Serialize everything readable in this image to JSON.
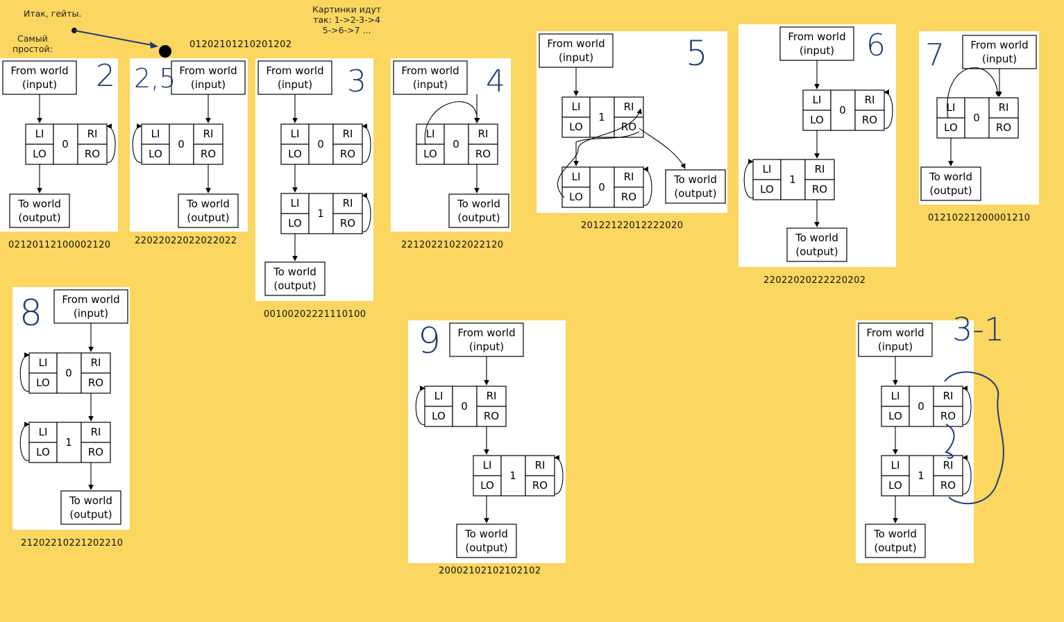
{
  "notes": {
    "intro": "Итак, гейты.",
    "simplest": "Самый\nпростой:",
    "order": "Картинки идут\nтак: 1->2-3->4\n5->6->7 ..."
  },
  "box_labels": {
    "from_line1": "From world",
    "from_line2": "(input)",
    "to_line1": "To world",
    "to_line2": "(output)",
    "li": "LI",
    "lo": "LO",
    "ri": "RI",
    "ro": "RO",
    "gate0": "0",
    "gate1": "1"
  },
  "diagrams": [
    {
      "id": "g2",
      "mark": "2",
      "code": "02120112100002120"
    },
    {
      "id": "g25",
      "mark": "2,5",
      "code": "22022022022022022"
    },
    {
      "id": "g3",
      "mark": "3",
      "code": "00100202221110100"
    },
    {
      "id": "g4",
      "mark": "4",
      "code": "22120221022022120"
    },
    {
      "id": "g5",
      "mark": "5",
      "code": "20122122012222020"
    },
    {
      "id": "g6",
      "mark": "6",
      "code": "22022020222220202"
    },
    {
      "id": "g7",
      "mark": "7",
      "code": "01210221200001210"
    },
    {
      "id": "g8",
      "mark": "8",
      "code": "21202210221202210"
    },
    {
      "id": "g9",
      "mark": "9",
      "code": "20002102102102102"
    },
    {
      "id": "g31",
      "mark": "3-1",
      "code": ""
    }
  ],
  "extra_code": "01202101210201202",
  "colors": {
    "background": "#fbd660",
    "panel": "#ffffff",
    "ink": "#1c3c78"
  }
}
